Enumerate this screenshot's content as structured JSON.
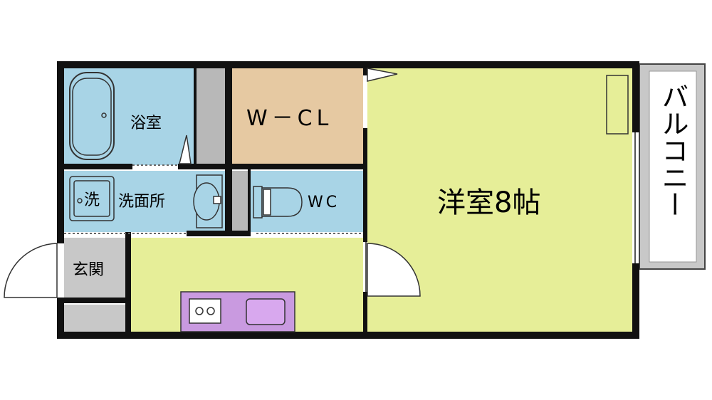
{
  "rooms": {
    "bathroom": "浴室",
    "closet": "W－CL",
    "washroom": "洗面所",
    "washer": "洗",
    "toilet": "WC",
    "entrance": "玄関",
    "western_room": "洋室8帖",
    "balcony": "バルコニー"
  },
  "colors": {
    "wet_area": "#a8d4e6",
    "closet": "#e6c9a2",
    "living": "#e6ee98",
    "entrance": "#c8c8c8",
    "kitchen": "#c99ae0",
    "wall": "#111111"
  }
}
